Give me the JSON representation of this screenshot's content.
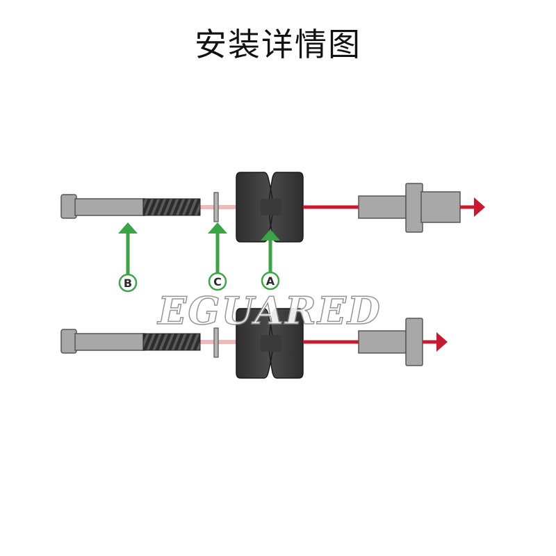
{
  "title": "安装详情图",
  "watermark": "EGUARED",
  "labels": {
    "a": "A",
    "b": "B",
    "c": "C"
  },
  "colors": {
    "arrow_green": "#3aa544",
    "axis_red": "#c8192e",
    "roller": "#3a3a3a",
    "bolt": "#a8a8a8",
    "thread": "#333333",
    "spacer": "#b0b0b0"
  },
  "icons": {
    "arrow_green": "arrow-up-icon",
    "arrow_red": "arrow-right-icon"
  }
}
